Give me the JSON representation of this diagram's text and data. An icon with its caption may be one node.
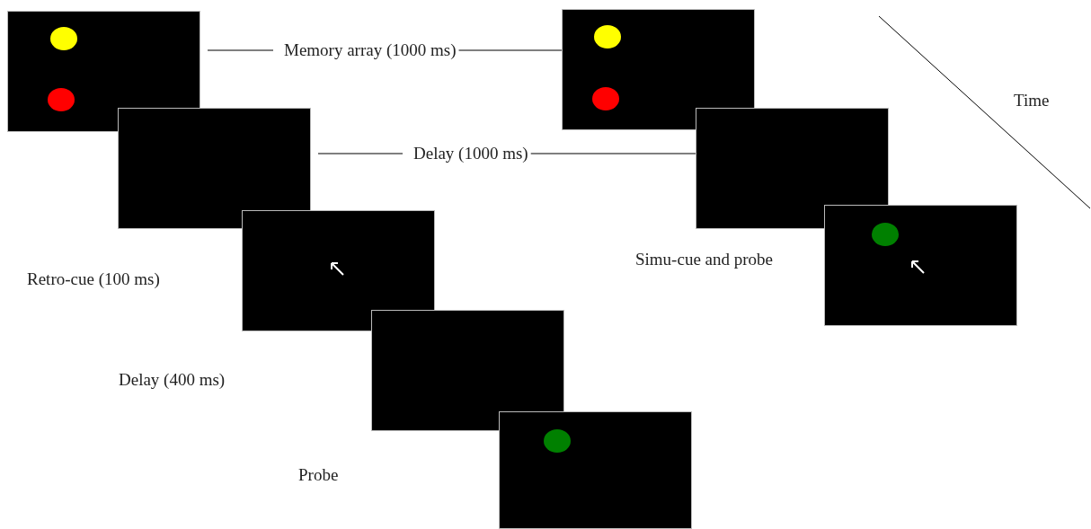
{
  "diagram": {
    "nodes": [
      {
        "text": [],
        "shape": "box"
      },
      {
        "text": [],
        "shape": "box"
      },
      {
        "text": [],
        "shape": "box"
      },
      {
        "text": [],
        "shape": "box"
      },
      {
        "text": [],
        "shape": "box"
      },
      {
        "text": [],
        "shape": "box"
      },
      {
        "text": [],
        "shape": "box"
      },
      {
        "text": [],
        "shape": "box"
      },
      {
        "text": [
          "Memory array (1000 ms)"
        ]
      },
      {
        "text": [
          "Delay (1000 ms)"
        ]
      }
    ],
    "edges": [
      {
        "from": 8,
        "to": 0,
        "arrow": "none"
      },
      {
        "from": 8,
        "to": 5,
        "arrow": "none"
      },
      {
        "from": 9,
        "to": 1,
        "arrow": "none"
      },
      {
        "from": 9,
        "to": 6,
        "arrow": "none"
      }
    ],
    "labels": [
      "Time",
      "Simu-cue and probe",
      "Retro-cue (100 ms)",
      "Delay (400 ms)",
      "Probe"
    ]
  }
}
